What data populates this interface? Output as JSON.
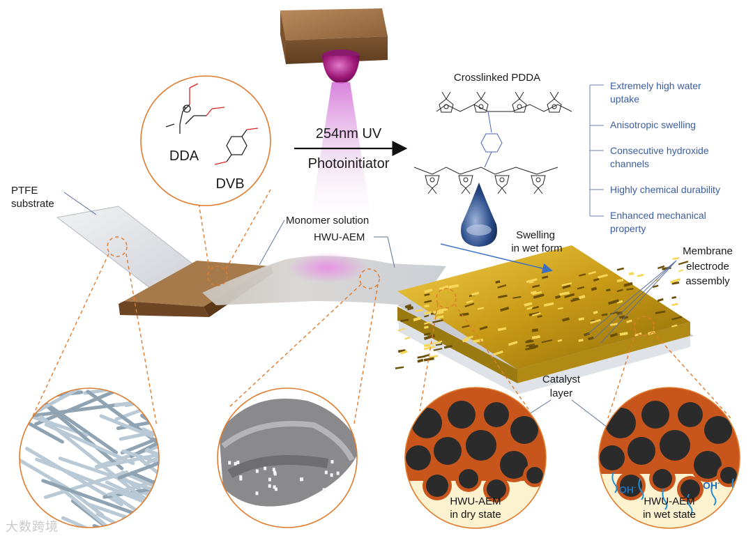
{
  "labels": {
    "uv": "254nm UV",
    "photoinitiator": "Photoinitiator",
    "crosslinked": "Crosslinked PDDA",
    "ptfe_line1": "PTFE",
    "ptfe_line2": "substrate",
    "monomer": "Monomer solution",
    "hwu_aem": "HWU-AEM",
    "swelling_line1": "Swelling",
    "swelling_line2": "in wet form",
    "mea_line1": "Membrane",
    "mea_line2": "electrode",
    "mea_line3": "assembly",
    "catalyst_line1": "Catalyst",
    "catalyst_line2": "layer",
    "dda": "DDA",
    "dvb": "DVB",
    "dry_line1": "HWU-AEM",
    "dry_line2": "in dry state",
    "wet_line1": "HWU-AEM",
    "wet_line2": "in wet state",
    "oh": "OH",
    "oh_charge": "-"
  },
  "properties": [
    {
      "line1": "Extremely high water",
      "line2": "uptake"
    },
    {
      "line1": "Anisotropic swelling",
      "line2": ""
    },
    {
      "line1": "Consecutive hydroxide",
      "line2": "channels"
    },
    {
      "line1": "Highly chemical durability",
      "line2": ""
    },
    {
      "line1": "Enhanced mechanical",
      "line2": "property"
    }
  ],
  "watermark": "大数跨境",
  "colors": {
    "orange": "#e07b2e",
    "property_blue": "#3b5da0",
    "arrow_blue": "#3a6fc4",
    "ion_blue": "#1f6fb8",
    "catalyst_particle": "#2b2b2b",
    "ionomer": "#c8561c"
  }
}
